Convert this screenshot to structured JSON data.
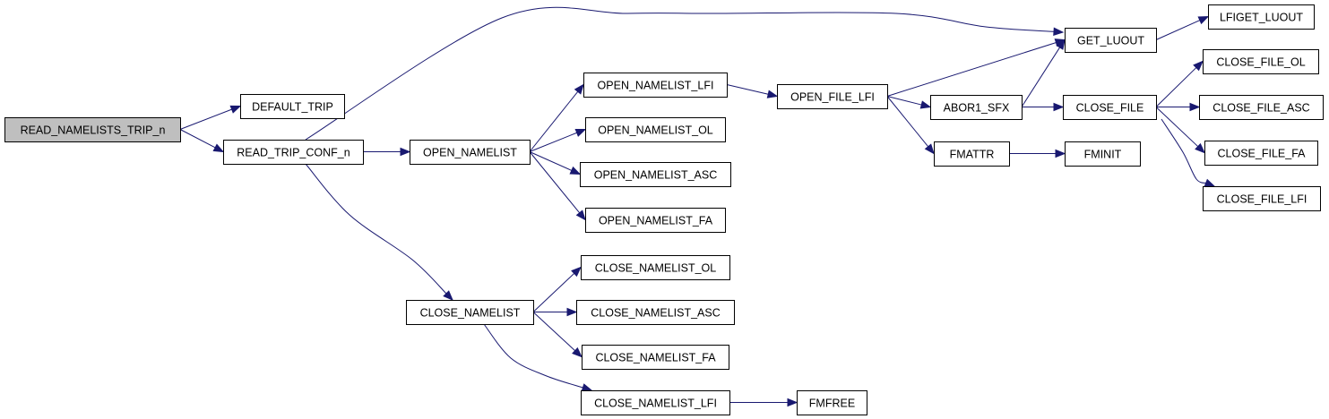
{
  "nodes": [
    {
      "id": "read_namelists_trip_n",
      "label": "READ_NAMELISTS_TRIP_n",
      "root": true
    },
    {
      "id": "default_trip",
      "label": "DEFAULT_TRIP"
    },
    {
      "id": "read_trip_conf_n",
      "label": "READ_TRIP_CONF_n"
    },
    {
      "id": "open_namelist",
      "label": "OPEN_NAMELIST"
    },
    {
      "id": "close_namelist",
      "label": "CLOSE_NAMELIST"
    },
    {
      "id": "open_namelist_lfi",
      "label": "OPEN_NAMELIST_LFI"
    },
    {
      "id": "open_namelist_ol",
      "label": "OPEN_NAMELIST_OL"
    },
    {
      "id": "open_namelist_asc",
      "label": "OPEN_NAMELIST_ASC"
    },
    {
      "id": "open_namelist_fa",
      "label": "OPEN_NAMELIST_FA"
    },
    {
      "id": "close_namelist_ol",
      "label": "CLOSE_NAMELIST_OL"
    },
    {
      "id": "close_namelist_asc",
      "label": "CLOSE_NAMELIST_ASC"
    },
    {
      "id": "close_namelist_fa",
      "label": "CLOSE_NAMELIST_FA"
    },
    {
      "id": "close_namelist_lfi",
      "label": "CLOSE_NAMELIST_LFI"
    },
    {
      "id": "fmfree",
      "label": "FMFREE"
    },
    {
      "id": "open_file_lfi",
      "label": "OPEN_FILE_LFI"
    },
    {
      "id": "get_luout",
      "label": "GET_LUOUT"
    },
    {
      "id": "lfiget_luout",
      "label": "LFIGET_LUOUT"
    },
    {
      "id": "abor1_sfx",
      "label": "ABOR1_SFX"
    },
    {
      "id": "fmattr",
      "label": "FMATTR"
    },
    {
      "id": "fminit",
      "label": "FMINIT"
    },
    {
      "id": "close_file",
      "label": "CLOSE_FILE"
    },
    {
      "id": "close_file_ol",
      "label": "CLOSE_FILE_OL"
    },
    {
      "id": "close_file_asc",
      "label": "CLOSE_FILE_ASC"
    },
    {
      "id": "close_file_fa",
      "label": "CLOSE_FILE_FA"
    },
    {
      "id": "close_file_lfi",
      "label": "CLOSE_FILE_LFI"
    }
  ],
  "edges": [
    {
      "from": "read_namelists_trip_n",
      "to": "default_trip"
    },
    {
      "from": "read_namelists_trip_n",
      "to": "read_trip_conf_n"
    },
    {
      "from": "read_trip_conf_n",
      "to": "get_luout"
    },
    {
      "from": "read_trip_conf_n",
      "to": "open_namelist"
    },
    {
      "from": "read_trip_conf_n",
      "to": "close_namelist"
    },
    {
      "from": "open_namelist",
      "to": "open_namelist_lfi"
    },
    {
      "from": "open_namelist",
      "to": "open_namelist_ol"
    },
    {
      "from": "open_namelist",
      "to": "open_namelist_asc"
    },
    {
      "from": "open_namelist",
      "to": "open_namelist_fa"
    },
    {
      "from": "open_namelist_lfi",
      "to": "open_file_lfi"
    },
    {
      "from": "open_file_lfi",
      "to": "get_luout"
    },
    {
      "from": "open_file_lfi",
      "to": "abor1_sfx"
    },
    {
      "from": "open_file_lfi",
      "to": "fmattr"
    },
    {
      "from": "abor1_sfx",
      "to": "get_luout"
    },
    {
      "from": "abor1_sfx",
      "to": "close_file"
    },
    {
      "from": "get_luout",
      "to": "lfiget_luout"
    },
    {
      "from": "fmattr",
      "to": "fminit"
    },
    {
      "from": "close_file",
      "to": "close_file_ol"
    },
    {
      "from": "close_file",
      "to": "close_file_asc"
    },
    {
      "from": "close_file",
      "to": "close_file_fa"
    },
    {
      "from": "close_file",
      "to": "close_file_lfi"
    },
    {
      "from": "close_namelist",
      "to": "close_namelist_ol"
    },
    {
      "from": "close_namelist",
      "to": "close_namelist_asc"
    },
    {
      "from": "close_namelist",
      "to": "close_namelist_fa"
    },
    {
      "from": "close_namelist",
      "to": "close_namelist_lfi"
    },
    {
      "from": "close_namelist_lfi",
      "to": "fmfree"
    }
  ]
}
